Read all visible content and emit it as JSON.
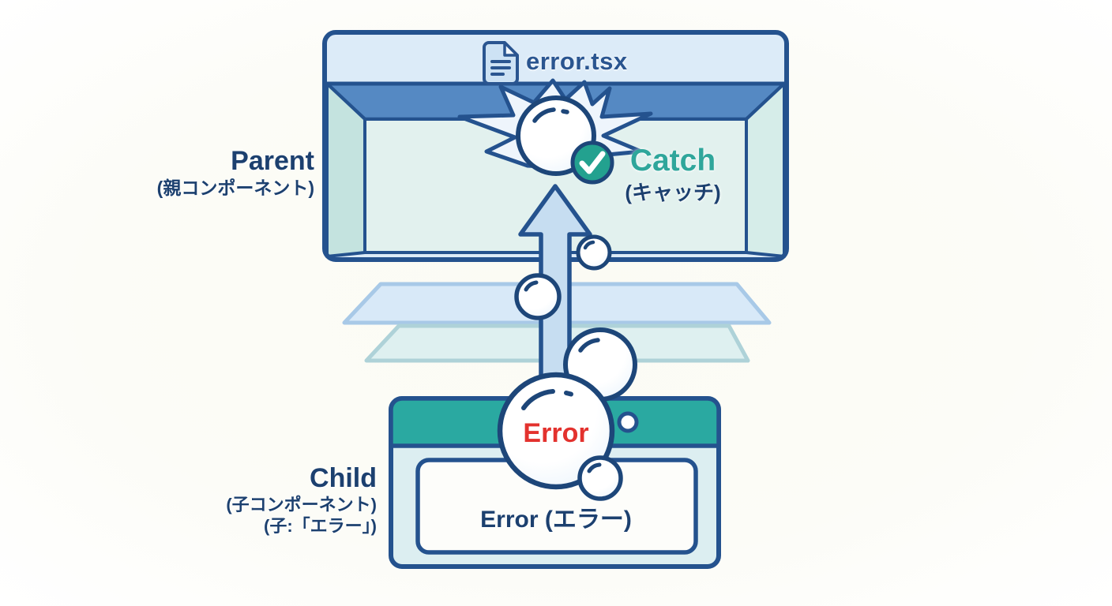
{
  "diagram": {
    "parent": {
      "file_name": "error.tsx",
      "label": "Parent",
      "label_sub": "(親コンポーネント)",
      "catch_label": "Catch",
      "catch_sub": "(キャッチ)"
    },
    "child": {
      "label": "Child",
      "label_sub": "(子コンポーネント)",
      "label_sub2": "(子:「エラー」)",
      "error_bubble_text": "Error",
      "error_box_text": "Error (エラー)"
    },
    "icons": {
      "document_icon": "document-file",
      "check_icon": "checkmark"
    },
    "colors": {
      "outline_navy": "#24528e",
      "label_navy": "#1c406f",
      "parent_header_fill": "#dcebf8",
      "parent_top_bar": "#5589c3",
      "parent_interior": "#e2f1ee",
      "parent_side_panel": "#c4e3df",
      "child_header_teal": "#2aa9a1",
      "child_body": "#dceef1",
      "catch_teal": "#2fa69b",
      "check_circle_teal": "#23a18f",
      "error_red": "#e3322e",
      "arrow_fill": "#c6ddf1",
      "bubble_shade": "#cfe4f4",
      "sheet_blue": "#d8e9f8",
      "sheet_mint": "#def0f0"
    }
  }
}
